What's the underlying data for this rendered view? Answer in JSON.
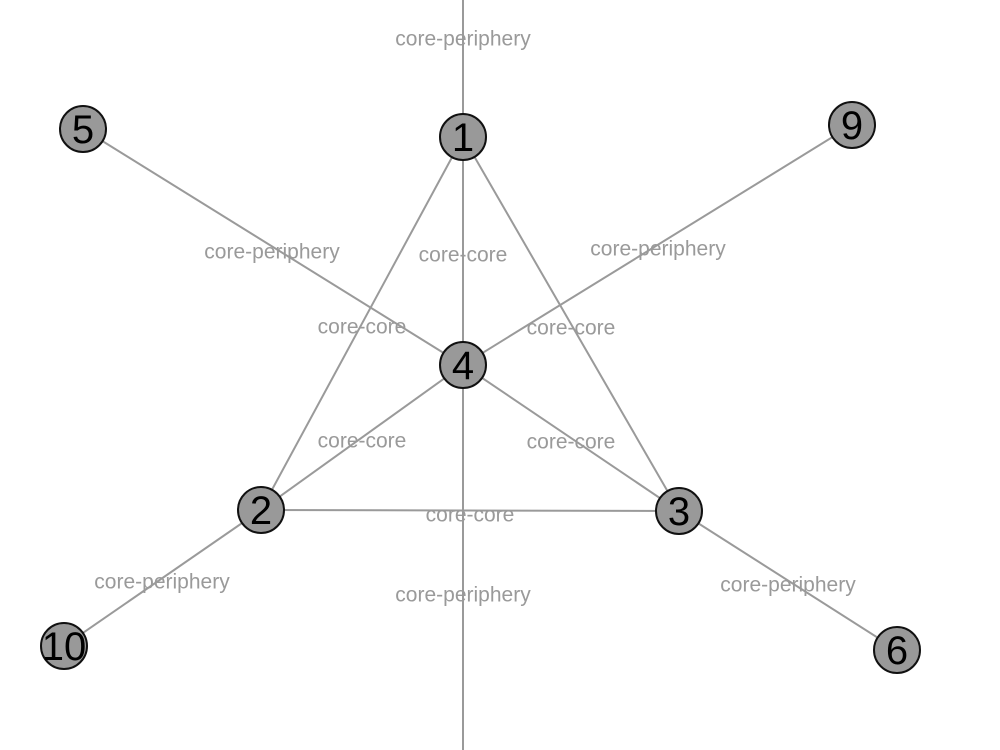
{
  "graph": {
    "node_color": "#999999",
    "node_stroke": "#111111",
    "edge_color": "#9a9a9a",
    "label_color": "#9a9a9a",
    "nodes": [
      {
        "id": "1",
        "label": "1"
      },
      {
        "id": "2",
        "label": "2"
      },
      {
        "id": "3",
        "label": "3"
      },
      {
        "id": "4",
        "label": "4"
      },
      {
        "id": "5",
        "label": "5"
      },
      {
        "id": "6",
        "label": "6"
      },
      {
        "id": "9",
        "label": "9"
      },
      {
        "id": "10",
        "label": "10"
      }
    ],
    "edges": [
      {
        "source": "top-edge",
        "target": "1",
        "label": "core-periphery"
      },
      {
        "source": "1",
        "target": "4",
        "label": "core-core"
      },
      {
        "source": "4",
        "target": "bottom-edge",
        "label": "core-periphery"
      },
      {
        "source": "5",
        "target": "4",
        "label": "core-periphery"
      },
      {
        "source": "9",
        "target": "4",
        "label": "core-periphery"
      },
      {
        "source": "1",
        "target": "2",
        "label": "core-core"
      },
      {
        "source": "1",
        "target": "3",
        "label": "core-core"
      },
      {
        "source": "4",
        "target": "2",
        "label": "core-core"
      },
      {
        "source": "4",
        "target": "3",
        "label": "core-core"
      },
      {
        "source": "2",
        "target": "3",
        "label": "core-core"
      },
      {
        "source": "2",
        "target": "10",
        "label": "core-periphery"
      },
      {
        "source": "3",
        "target": "6",
        "label": "core-periphery"
      }
    ]
  }
}
